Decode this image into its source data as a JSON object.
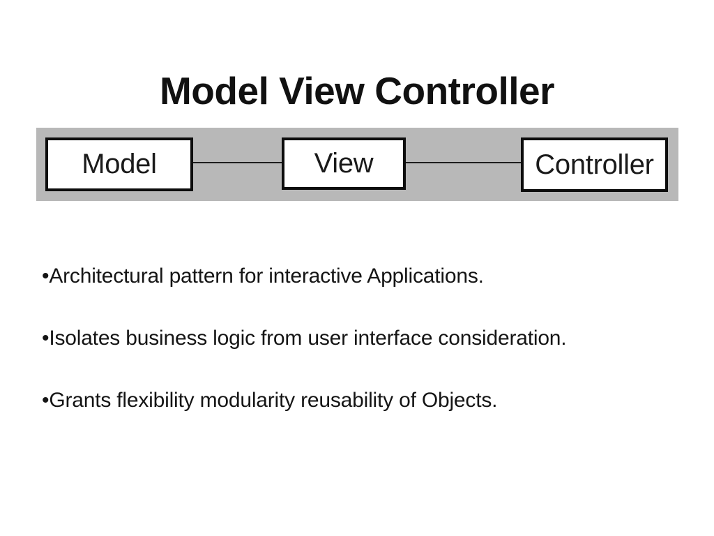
{
  "slide": {
    "title": "Model View Controller",
    "diagram": {
      "background_color": "#b8b8b8",
      "box_fill": "#ffffff",
      "box_border_color": "#0d0d0d",
      "connector_color": "#1c1c1c",
      "nodes": [
        {
          "label": "Model"
        },
        {
          "label": "View"
        },
        {
          "label": "Controller"
        }
      ]
    },
    "bullets": {
      "marker": "•",
      "items": [
        {
          "text": "Architectural pattern for interactive Applications."
        },
        {
          "text": "Isolates business logic from user interface consideration."
        },
        {
          "text": "Grants flexibility modularity reusability of Objects."
        }
      ]
    }
  }
}
